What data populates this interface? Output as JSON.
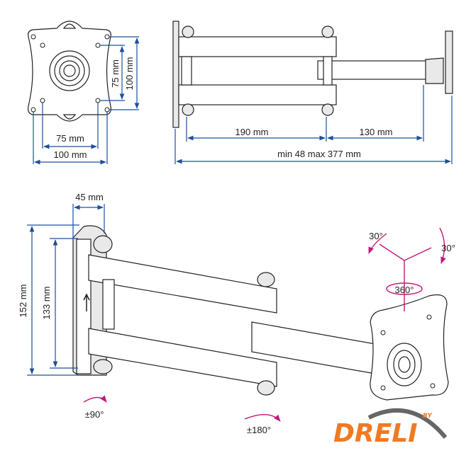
{
  "front_view": {
    "dim_75_vertical": "75 mm",
    "dim_100_vertical": "100 mm",
    "dim_75_horizontal": "75 mm",
    "dim_100_horizontal": "100 mm"
  },
  "side_view": {
    "dim_arm1": "190 mm",
    "dim_arm2": "130 mm",
    "dim_extension": "min 48 max 377 mm"
  },
  "perspective_view": {
    "dim_depth": "45 mm",
    "dim_height_total": "152 mm",
    "dim_height_inner": "133 mm"
  },
  "rotations": {
    "wall_swivel": "±90°",
    "arm_swivel": "±180°",
    "tilt_left": "30°",
    "tilt_right": "30°",
    "rotate": "360°"
  },
  "logo": {
    "brand": "DRELI",
    "by": "BY",
    "brand_color": "#f07a22",
    "swoosh_color": "#666666"
  },
  "colors": {
    "dimension": "#1c4f9c",
    "rotation": "#c2187a"
  }
}
